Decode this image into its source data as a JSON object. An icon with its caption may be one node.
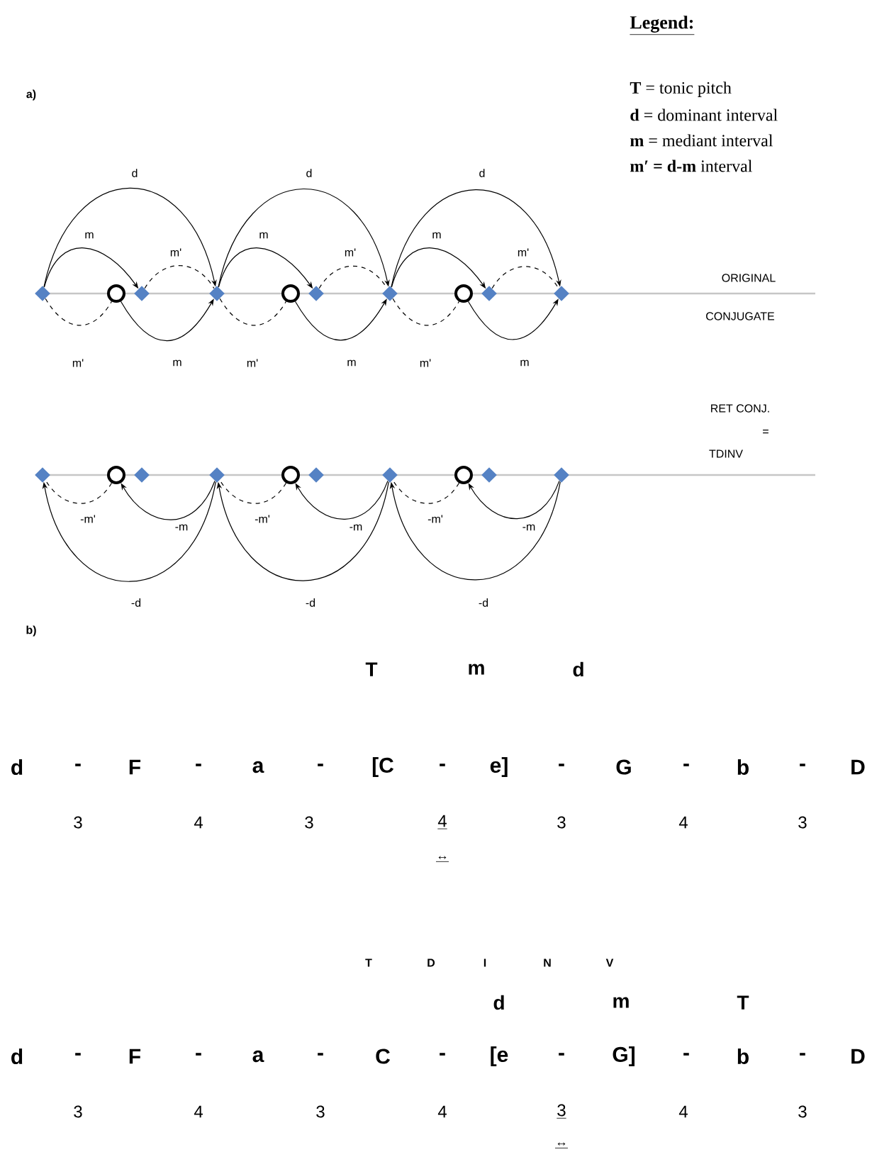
{
  "diagram": {
    "nodes": [
      {
        "text": [],
        "shape": "diamond"
      },
      {
        "text": [],
        "shape": "circle"
      },
      {
        "text": [],
        "shape": "diamond"
      },
      {
        "text": [],
        "shape": "diamond"
      },
      {
        "text": [],
        "shape": "circle"
      },
      {
        "text": [],
        "shape": "diamond"
      },
      {
        "text": [],
        "shape": "diamond"
      },
      {
        "text": [],
        "shape": "circle"
      },
      {
        "text": [],
        "shape": "diamond"
      },
      {
        "text": [],
        "shape": "diamond"
      },
      {
        "text": [],
        "shape": "diamond"
      },
      {
        "text": [],
        "shape": "circle"
      },
      {
        "text": [],
        "shape": "diamond"
      },
      {
        "text": [],
        "shape": "diamond"
      },
      {
        "text": [],
        "shape": "circle"
      },
      {
        "text": [],
        "shape": "diamond"
      },
      {
        "text": [],
        "shape": "diamond"
      },
      {
        "text": [],
        "shape": "circle"
      },
      {
        "text": [],
        "shape": "diamond"
      },
      {
        "text": [],
        "shape": "diamond"
      }
    ],
    "edges": [
      {
        "from": 0,
        "to": 3,
        "arrow": "to",
        "label": "d"
      },
      {
        "from": 0,
        "to": 2,
        "arrow": "to",
        "label": "m"
      },
      {
        "from": 2,
        "to": 3,
        "arrow": "none",
        "style": "dashed",
        "label": "m'"
      },
      {
        "from": 0,
        "to": 1,
        "arrow": "none",
        "style": "dashed",
        "label": "m'"
      },
      {
        "from": 1,
        "to": 3,
        "arrow": "to",
        "label": "m"
      },
      {
        "from": 3,
        "to": 6,
        "arrow": "to",
        "label": "d"
      },
      {
        "from": 3,
        "to": 5,
        "arrow": "to",
        "label": "m"
      },
      {
        "from": 5,
        "to": 6,
        "arrow": "none",
        "style": "dashed",
        "label": "m'"
      },
      {
        "from": 3,
        "to": 4,
        "arrow": "none",
        "style": "dashed",
        "label": "m'"
      },
      {
        "from": 4,
        "to": 6,
        "arrow": "to",
        "label": "m"
      },
      {
        "from": 6,
        "to": 9,
        "arrow": "to",
        "label": "d"
      },
      {
        "from": 6,
        "to": 8,
        "arrow": "to",
        "label": "m"
      },
      {
        "from": 8,
        "to": 9,
        "arrow": "none",
        "style": "dashed",
        "label": "m'"
      },
      {
        "from": 6,
        "to": 7,
        "arrow": "none",
        "style": "dashed",
        "label": "m'"
      },
      {
        "from": 7,
        "to": 9,
        "arrow": "to",
        "label": "m"
      },
      {
        "from": 11,
        "to": 10,
        "arrow": "none",
        "style": "dashed",
        "label": "-m'"
      },
      {
        "from": 13,
        "to": 11,
        "arrow": "to",
        "label": "-m"
      },
      {
        "from": 13,
        "to": 10,
        "arrow": "to",
        "label": "-d"
      },
      {
        "from": 14,
        "to": 13,
        "arrow": "none",
        "style": "dashed",
        "label": "-m'"
      },
      {
        "from": 16,
        "to": 14,
        "arrow": "to",
        "label": "-m"
      },
      {
        "from": 16,
        "to": 13,
        "arrow": "to",
        "label": "-d"
      },
      {
        "from": 17,
        "to": 16,
        "arrow": "none",
        "style": "dashed",
        "label": "-m'"
      },
      {
        "from": 19,
        "to": 17,
        "arrow": "to",
        "label": "-m"
      },
      {
        "from": 19,
        "to": 16,
        "arrow": "to",
        "label": "-d"
      }
    ],
    "labels": [
      "Legend:",
      "a)",
      "ORIGINAL",
      "CONJUGATE",
      "RET CONJ.",
      "=",
      "TDINV",
      "b)",
      "T",
      "m",
      "d",
      "d",
      "-",
      "F",
      "-",
      "a",
      "-",
      "[C",
      "-",
      "e]",
      "-",
      "G",
      "-",
      "b",
      "-",
      "D",
      "3",
      "4",
      "3",
      "4",
      "3",
      "4",
      "3",
      "↔",
      "T",
      "D",
      "I",
      "N",
      "V",
      "d",
      "m",
      "T",
      "d",
      "-",
      "F",
      "-",
      "a",
      "-",
      "C",
      "-",
      "[e",
      "-",
      "G]",
      "-",
      "b",
      "-",
      "D",
      "3",
      "4",
      "3",
      "4",
      "3",
      "4",
      "3",
      "↔"
    ],
    "legend": [
      {
        "text": "**T** = tonic pitch"
      },
      {
        "text": "**d** = dominant interval"
      },
      {
        "text": "**m** = mediant interval"
      },
      {
        "text": "**m′ = d-m** interval"
      }
    ]
  }
}
